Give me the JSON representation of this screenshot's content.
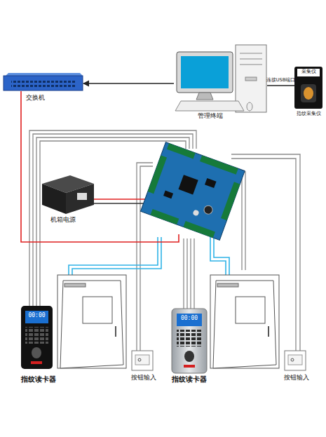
{
  "diagram": {
    "nodes": [
      {
        "text": [
          "交换机"
        ]
      },
      {
        "text": [
          "管理终端"
        ]
      },
      {
        "text": [
          "采集仪",
          "指纹采集仪"
        ]
      },
      {
        "text": [
          "机箱电源"
        ]
      },
      {
        "text": [
          "指纹读卡器"
        ]
      },
      {
        "text": [
          "按钮输入"
        ]
      },
      {
        "text": [
          "指纹读卡器"
        ]
      },
      {
        "text": [
          "按钮输入"
        ]
      }
    ],
    "edges": [
      {
        "from": 1,
        "to": 0,
        "arrow": "to"
      },
      {
        "from": 1,
        "to": 2,
        "label": "连接USB端口",
        "arrow": "none"
      }
    ],
    "labels": [
      "00:00",
      "00:00"
    ]
  }
}
